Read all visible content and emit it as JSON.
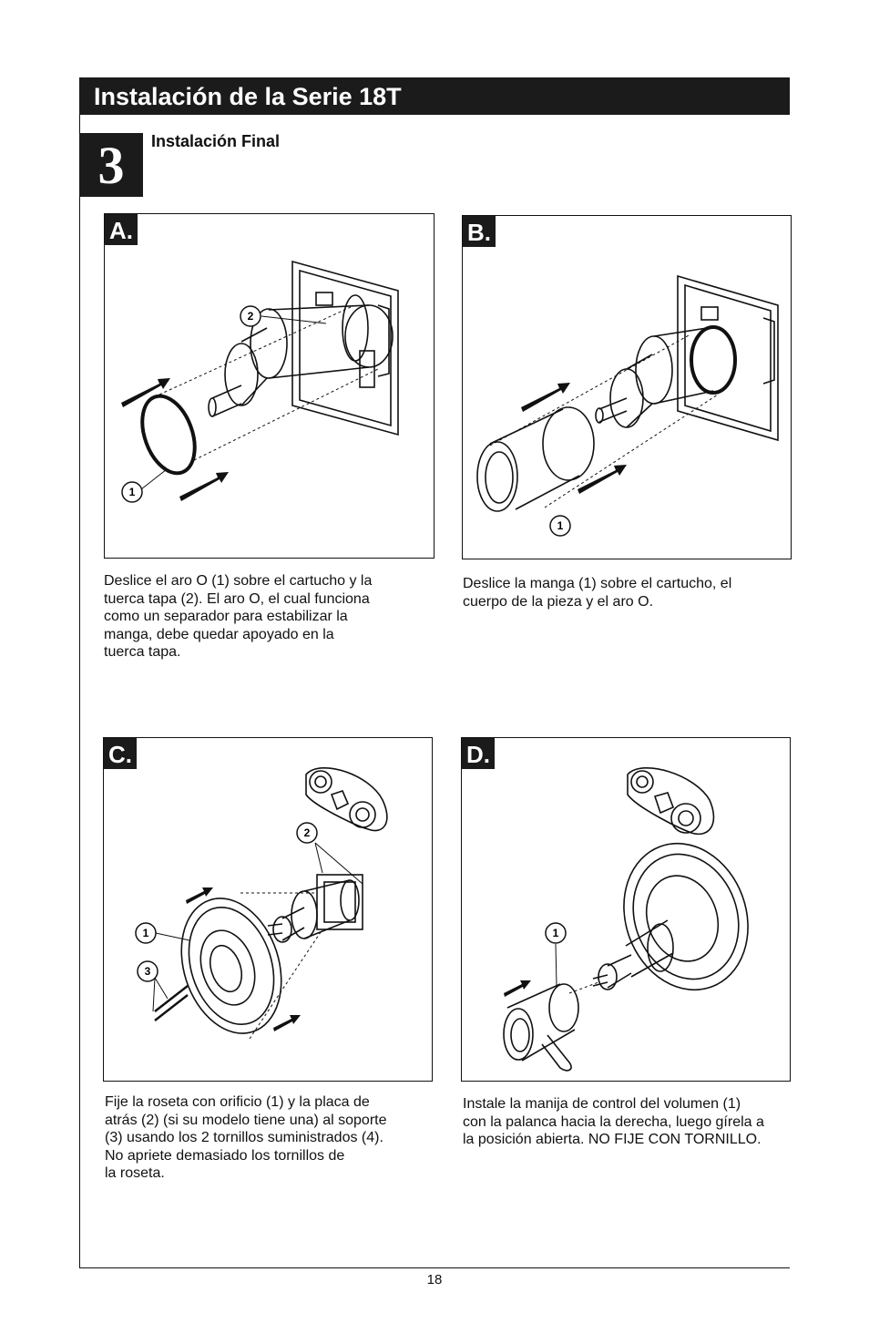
{
  "header": {
    "title": "Instalación de la Serie 18T"
  },
  "step": {
    "number": "3",
    "title": "Instalación Final"
  },
  "panels": [
    {
      "label": "A.",
      "callouts": [
        "1",
        "2"
      ],
      "caption_lines": [
        "Deslice el aro O (1) sobre el cartucho y la",
        "tuerca tapa (2). El aro O, el cual funciona",
        "como un separador para estabilizar la",
        "manga, debe quedar apoyado en la",
        "tuerca tapa."
      ]
    },
    {
      "label": "B.",
      "callouts": [
        "1"
      ],
      "caption_lines": [
        "Deslice la manga (1) sobre el cartucho, el",
        "cuerpo de la pieza y el aro O."
      ]
    },
    {
      "label": "C.",
      "callouts": [
        "1",
        "2",
        "3"
      ],
      "caption_lines": [
        "Fije la roseta con orificio (1) y la placa de",
        "atrás (2) (si su modelo tiene una) al soporte",
        "(3) usando los 2 tornillos suministrados (4).",
        "No apriete demasiado los tornillos de",
        "la roseta."
      ]
    },
    {
      "label": "D.",
      "callouts": [
        "1"
      ],
      "caption_lines": [
        "Instale la manija de control del volumen (1)",
        "con la palanca hacia la derecha, luego gírela a",
        "la posición abierta. NO FIJE CON TORNILLO."
      ]
    }
  ],
  "footer": {
    "page_number": "18"
  }
}
